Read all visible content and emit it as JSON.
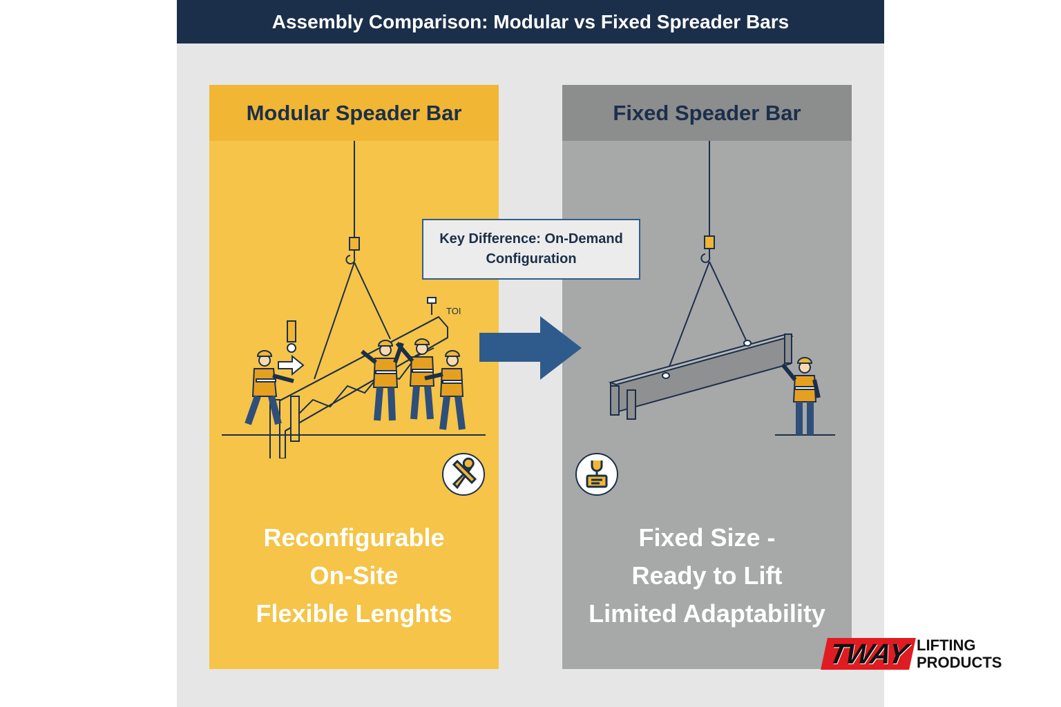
{
  "title": "Assembly Comparison: Modular vs Fixed Spreader Bars",
  "modular": {
    "header": "Modular Speader Bar",
    "caption": [
      "Reconfigurable",
      "On-Site",
      "Flexible Lenghts"
    ],
    "scene_label": "TOI"
  },
  "fixed": {
    "header": "Fixed Speader Bar",
    "caption": [
      "Fixed Size -",
      "Ready to Lift",
      "Limited Adaptability"
    ]
  },
  "key_difference": [
    "Key Difference: On-Demand",
    "Configuration"
  ],
  "logo": {
    "brand": "TWAY",
    "line1": "LIFTING",
    "line2": "PRODUCTS"
  },
  "colors": {
    "header_bg": "#1b2f4a",
    "modular_panel": "#f5c448",
    "fixed_panel": "#a7a8a8",
    "arrow": "#2f5b8c",
    "logo_red": "#e11b22"
  },
  "icons": [
    "crane-hook-icon",
    "wrench-screwdriver-icon",
    "wrench-plaque-icon",
    "right-arrow-icon",
    "bolt-icon"
  ]
}
